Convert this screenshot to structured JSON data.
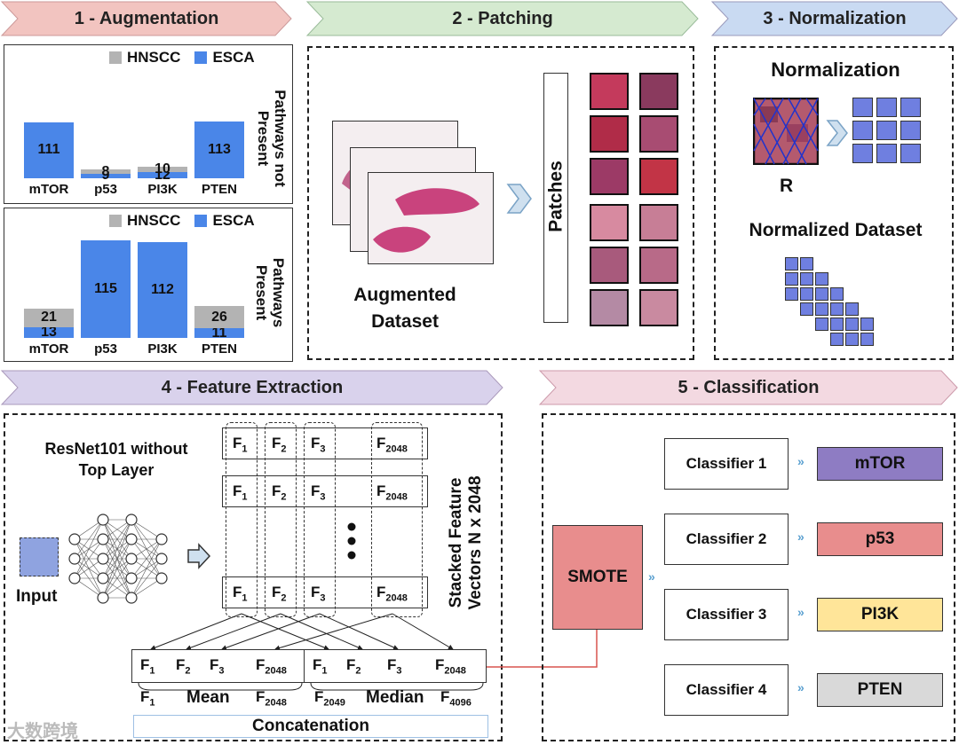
{
  "banners": {
    "augmentation": "1 - Augmentation",
    "patching": "2 - Patching",
    "normalization": "3 - Normalization",
    "feature_extraction": "4 - Feature Extraction",
    "classification": "5 - Classification"
  },
  "colors": {
    "augmentation": "#f2c4c0",
    "patching": "#d5ead0",
    "normalization": "#c9daf2",
    "feature_extraction": "#d9d2ec",
    "classification": "#f3d9e1",
    "esca": "#4a86e8",
    "hnscc": "#b3b3b3",
    "mtor": "#8e7cc3",
    "p53": "#e88d8d",
    "pi3k": "#ffe599",
    "pten": "#d9d9d9",
    "smote": "#e88d8d"
  },
  "legend": {
    "hnscc": "HNSCC",
    "esca": "ESCA"
  },
  "chart_data": [
    {
      "type": "bar",
      "title": "Pathways not Present",
      "categories": [
        "mTOR",
        "p53",
        "PI3K",
        "PTEN"
      ],
      "series": [
        {
          "name": "ESCA",
          "values": [
            111,
            9,
            12,
            113
          ]
        },
        {
          "name": "HNSCC",
          "values": [
            0,
            8,
            10,
            0
          ]
        }
      ]
    },
    {
      "type": "bar",
      "title": "Pathways Present",
      "categories": [
        "mTOR",
        "p53",
        "PI3K",
        "PTEN"
      ],
      "series": [
        {
          "name": "ESCA",
          "values": [
            13,
            115,
            112,
            11
          ]
        },
        {
          "name": "HNSCC",
          "values": [
            21,
            0,
            0,
            26
          ]
        }
      ]
    }
  ],
  "chart_side_labels": {
    "top_line1": "Pathways not",
    "top_line2": "Present",
    "bottom_line1": "Pathways",
    "bottom_line2": "Present"
  },
  "patching": {
    "augmented_line1": "Augmented",
    "augmented_line2": "Dataset",
    "patches": "Patches"
  },
  "normalization": {
    "title": "Normalization",
    "r_label": "R",
    "normalized_dataset": "Normalized Dataset"
  },
  "feature_extraction": {
    "resnet_line1": "ResNet101 without",
    "resnet_line2": "Top Layer",
    "input": "Input",
    "stacked_line1": "Stacked Feature",
    "stacked_line2": "Vectors N x 2048",
    "mean": "Mean",
    "median": "Median",
    "concatenation": "Concatenation"
  },
  "classification": {
    "smote": "SMOTE",
    "classifiers": [
      "Classifier 1",
      "Classifier 2",
      "Classifier 3",
      "Classifier 4"
    ],
    "outputs": [
      "mTOR",
      "p53",
      "PI3K",
      "PTEN"
    ]
  },
  "watermark": "大数跨境"
}
